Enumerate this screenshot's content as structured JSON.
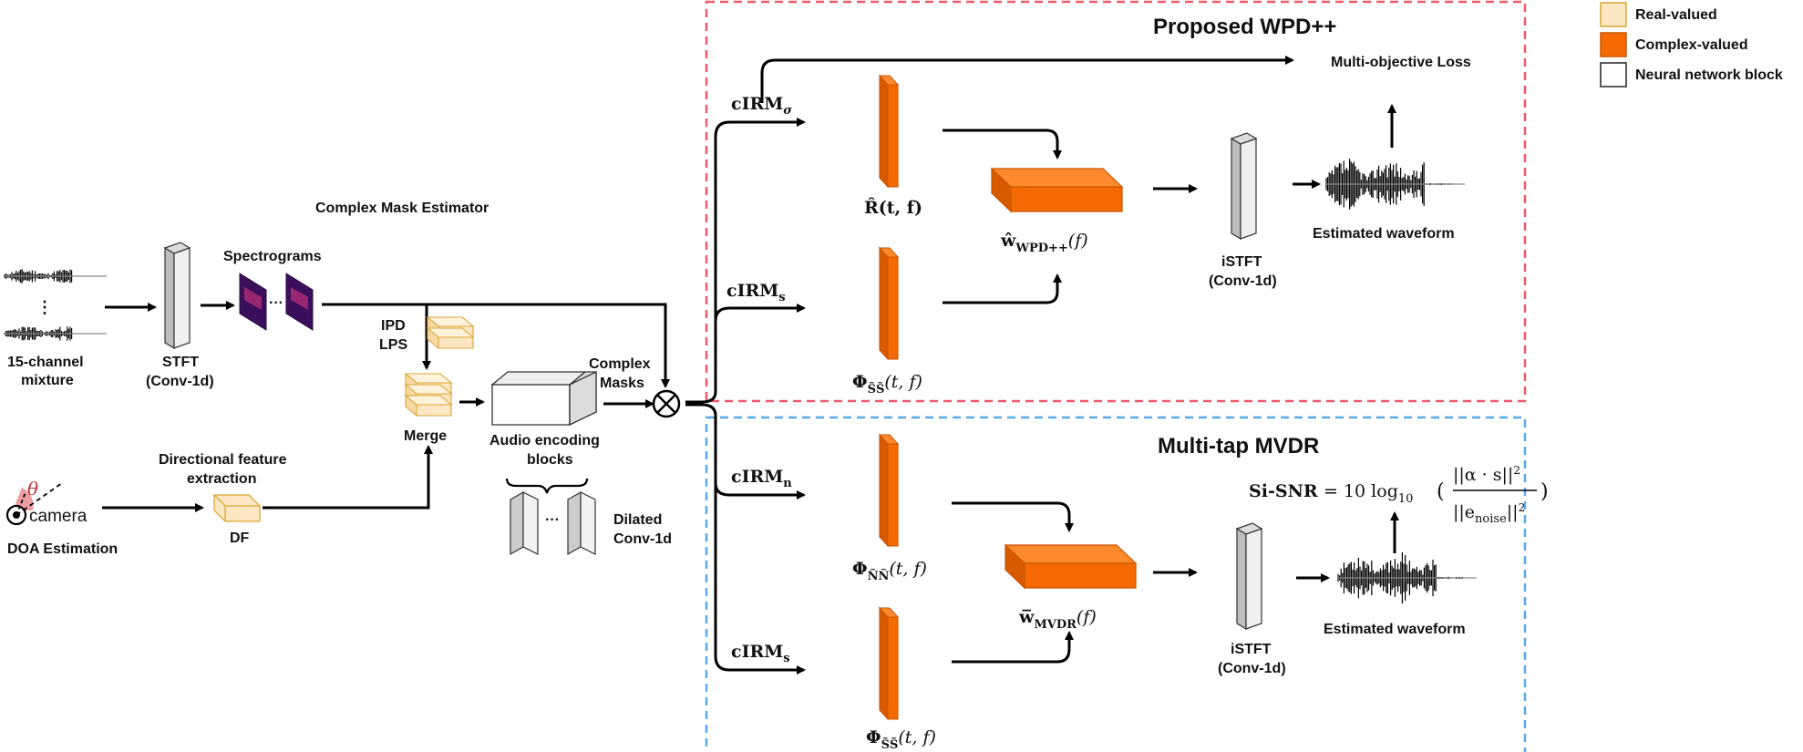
{
  "legend": {
    "real": "Real-valued",
    "complex": "Complex-valued",
    "nn": "Neural network block"
  },
  "colors": {
    "real_fill": "#fde7c2",
    "real_stroke": "#d9a638",
    "complex_front": "#f56a00",
    "complex_side": "#d85a00",
    "complex_top": "#ff8a2e",
    "wpd_border": "#ee5a6a",
    "mvdr_border": "#5aa8ee"
  },
  "labels": {
    "mixture_line1": "15-channel",
    "mixture_line2": "mixture",
    "mixture_dots": "⋮",
    "stft_line1": "STFT",
    "stft_line2": "(Conv-1d)",
    "spectrograms": "Spectrograms",
    "spectro_dots": "···",
    "complex_mask_estimator": "Complex Mask Estimator",
    "ipd": "IPD",
    "lps": "LPS",
    "merge": "Merge",
    "audio_enc_line1": "Audio encoding",
    "audio_enc_line2": "blocks",
    "dilated_line1": "Dilated",
    "dilated_line2": "Conv-1d",
    "dilated_dots": "···",
    "complex_masks_line1": "Complex",
    "complex_masks_line2": "Masks",
    "dir_feat_line1": "Directional feature",
    "dir_feat_line2": "extraction",
    "df": "DF",
    "theta": "θ",
    "camera": "camera",
    "doa": "DOA Estimation",
    "wpd_title": "Proposed WPD++",
    "multi_loss": "Multi-objective Loss",
    "istft_line1": "iSTFT",
    "istft_line2": "(Conv-1d)",
    "est_waveform": "Estimated  waveform",
    "mvdr_title": "Multi-tap MVDR",
    "cirm_sigma": "cIRM",
    "cirm_sigma_sub": "σ",
    "cirm_s": "cIRM",
    "cirm_s_sub": "s",
    "cirm_n": "cIRM",
    "cirm_n_sub": "n",
    "r_hat": "R̂(t, f)",
    "phi_ss_top": "Φ",
    "phi_ss_sub": "S̃S̃",
    "phi_tf": "(t, f)",
    "phi_nn_sub": "ÑÑ",
    "w_wpd": "ŵ",
    "w_wpd_sub": "WPD++",
    "w_wpd_tail": "(f)",
    "w_mvdr": "w̅",
    "w_mvdr_sub": "MVDR",
    "w_mvdr_tail": "(f)",
    "sisnr_lhs": "Si-SNR",
    "sisnr_eq": "= 10 log",
    "sisnr_log_sub": "10",
    "sisnr_num": "||α · s||",
    "sisnr_den": "||e",
    "sisnr_den_sub": "noise",
    "sisnr_den_tail": "||",
    "sisnr_pow": "2",
    "sisnr_paren_open": "(",
    "sisnr_paren_close": ")"
  }
}
